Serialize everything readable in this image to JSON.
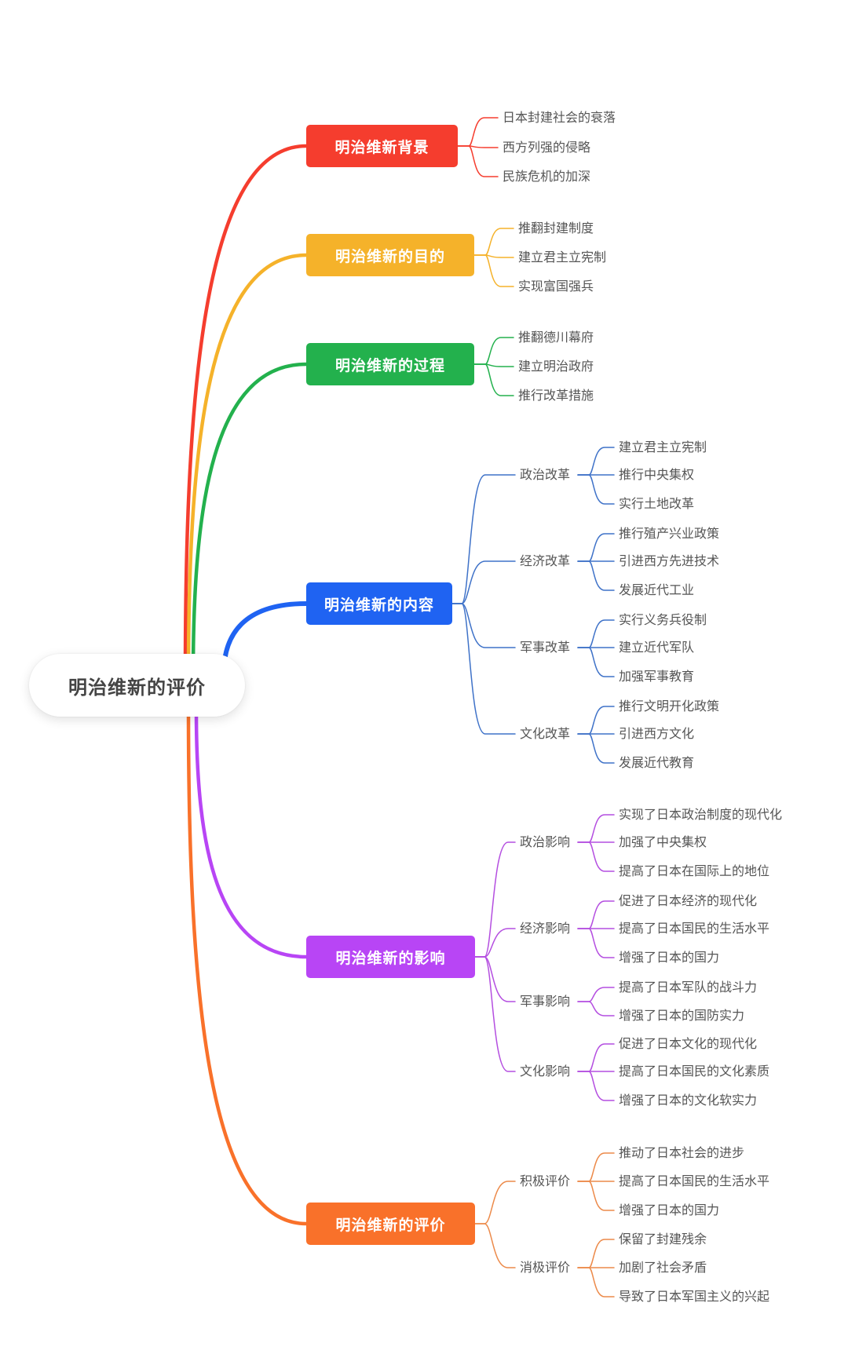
{
  "title": "明治维新的评价",
  "branches": [
    {
      "label": "明治维新背景",
      "color": "#f53d2e",
      "children": [
        {
          "label": "日本封建社会的衰落"
        },
        {
          "label": "西方列强的侵略"
        },
        {
          "label": "民族危机的加深"
        }
      ]
    },
    {
      "label": "明治维新的目的",
      "color": "#f5b22a",
      "children": [
        {
          "label": "推翻封建制度"
        },
        {
          "label": "建立君主立宪制"
        },
        {
          "label": "实现富国强兵"
        }
      ]
    },
    {
      "label": "明治维新的过程",
      "color": "#23b14d",
      "children": [
        {
          "label": "推翻德川幕府"
        },
        {
          "label": "建立明治政府"
        },
        {
          "label": "推行改革措施"
        }
      ]
    },
    {
      "label": "明治维新的内容",
      "color": "#1f63f2",
      "line_color": "#3f72c8",
      "children": [
        {
          "label": "政治改革",
          "children": [
            "建立君主立宪制",
            "推行中央集权",
            "实行土地改革"
          ]
        },
        {
          "label": "经济改革",
          "children": [
            "推行殖产兴业政策",
            "引进西方先进技术",
            "发展近代工业"
          ]
        },
        {
          "label": "军事改革",
          "children": [
            "实行义务兵役制",
            "建立近代军队",
            "加强军事教育"
          ]
        },
        {
          "label": "文化改革",
          "children": [
            "推行文明开化政策",
            "引进西方文化",
            "发展近代教育"
          ]
        }
      ]
    },
    {
      "label": "明治维新的影响",
      "color": "#b845f5",
      "line_color": "#b44ee0",
      "children": [
        {
          "label": "政治影响",
          "children": [
            "实现了日本政治制度的现代化",
            "加强了中央集权",
            "提高了日本在国际上的地位"
          ]
        },
        {
          "label": "经济影响",
          "children": [
            "促进了日本经济的现代化",
            "提高了日本国民的生活水平",
            "增强了日本的国力"
          ]
        },
        {
          "label": "军事影响",
          "children": [
            "提高了日本军队的战斗力",
            "增强了日本的国防实力"
          ]
        },
        {
          "label": "文化影响",
          "children": [
            "促进了日本文化的现代化",
            "提高了日本国民的文化素质",
            "增强了日本的文化软实力"
          ]
        }
      ]
    },
    {
      "label": "明治维新的评价",
      "color": "#f9712a",
      "line_color": "#ec8a4a",
      "children": [
        {
          "label": "积极评价",
          "children": [
            "推动了日本社会的进步",
            "提高了日本国民的生活水平",
            "增强了日本的国力"
          ]
        },
        {
          "label": "消极评价",
          "children": [
            "保留了封建残余",
            "加剧了社会矛盾",
            "导致了日本军国主义的兴起"
          ]
        }
      ]
    }
  ]
}
